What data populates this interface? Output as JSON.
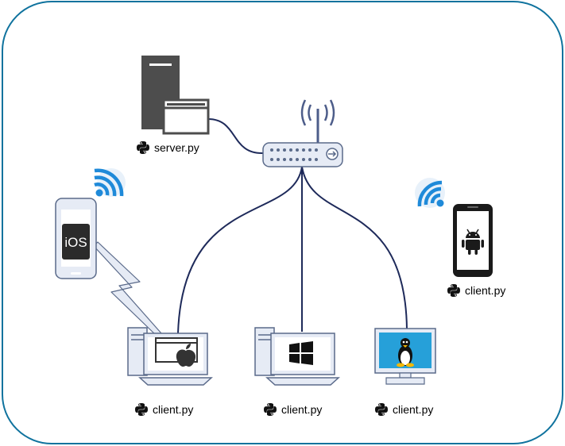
{
  "colors": {
    "frame": "#10739e",
    "cable": "#1e2a5a",
    "device_gray": "#4d4d4d",
    "device_light": "#e6ebf5",
    "wifi_blue": "#1f8ad9",
    "linux_screen": "#26a0d9"
  },
  "nodes": {
    "server": {
      "icon": "server-with-window-icon",
      "label": "server.py"
    },
    "router": {
      "icon": "router-icon"
    },
    "ios_phone": {
      "icon": "ios-phone-icon",
      "screen_text": "iOS"
    },
    "android_phone": {
      "icon": "android-phone-icon",
      "label": "client.py"
    },
    "mac_client": {
      "icon": "apple-pc-icon",
      "label": "client.py"
    },
    "windows_client": {
      "icon": "windows-pc-icon",
      "label": "client.py"
    },
    "linux_client": {
      "icon": "linux-monitor-icon",
      "label": "client.py"
    }
  }
}
